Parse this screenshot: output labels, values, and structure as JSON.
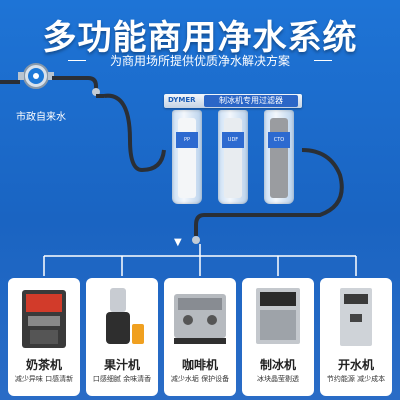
{
  "header": {
    "title": "多功能商用净水系统",
    "subtitle": "为商用场所提供优质净水解决方案"
  },
  "source": {
    "label": "市政自来水"
  },
  "filter": {
    "brand": "DYMER",
    "banner": "制冰机专用过滤器",
    "cartridges": [
      {
        "tag": "PP",
        "core_color": "#f4f6f8"
      },
      {
        "tag": "UDF",
        "core_color": "#e8ecf0"
      },
      {
        "tag": "CTO",
        "core_color": "#9a9ca0"
      }
    ]
  },
  "devices": [
    {
      "name": "奶茶机",
      "desc": "减少异味 口感清新"
    },
    {
      "name": "果汁机",
      "desc": "口感细腻 余味清香"
    },
    {
      "name": "咖啡机",
      "desc": "减少水垢 保护设备"
    },
    {
      "name": "制冰机",
      "desc": "冰块晶莹剔透"
    },
    {
      "name": "开水机",
      "desc": "节约能源 减少成本"
    }
  ],
  "colors": {
    "background": "#1e74d6",
    "pipe": "#2a2f36",
    "accent": "#2b66c7"
  }
}
